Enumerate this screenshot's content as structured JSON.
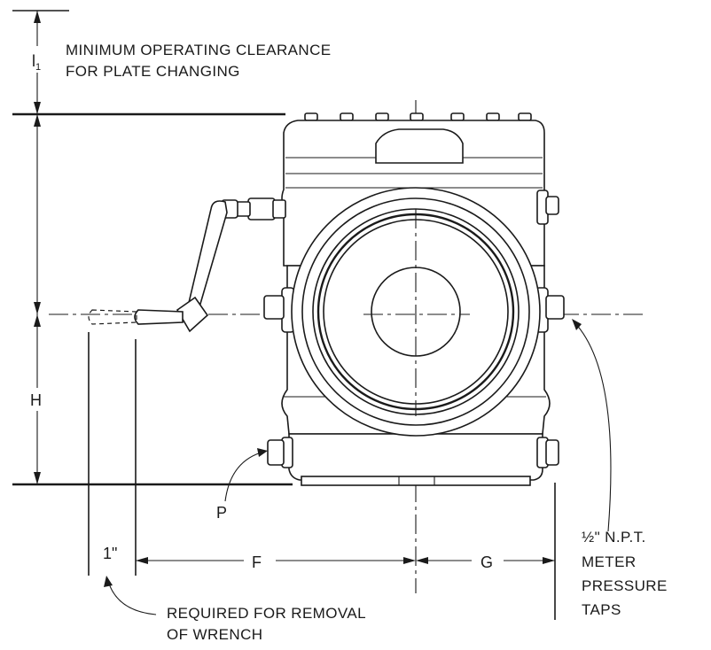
{
  "labels": {
    "clearance_line1": "MINIMUM OPERATING CLEARANCE",
    "clearance_line2": "FOR PLATE CHANGING",
    "dim_l": "l",
    "dim_l_sub": "1",
    "dim_h": "H",
    "dim_f": "F",
    "dim_g": "G",
    "dim_one_inch": "1\"",
    "label_p": "P",
    "wrench_line1": "REQUIRED FOR REMOVAL",
    "wrench_line2": "OF WRENCH",
    "taps_line1_frac": "½\"",
    "taps_line1_rest": "N.P.T.",
    "taps_line2": "METER",
    "taps_line3": "PRESSURE",
    "taps_line4": "TAPS"
  },
  "icons": {
    "fitting": "orifice-fitting-body",
    "wrench": "operating-wrench",
    "bore": "flow-bore"
  }
}
